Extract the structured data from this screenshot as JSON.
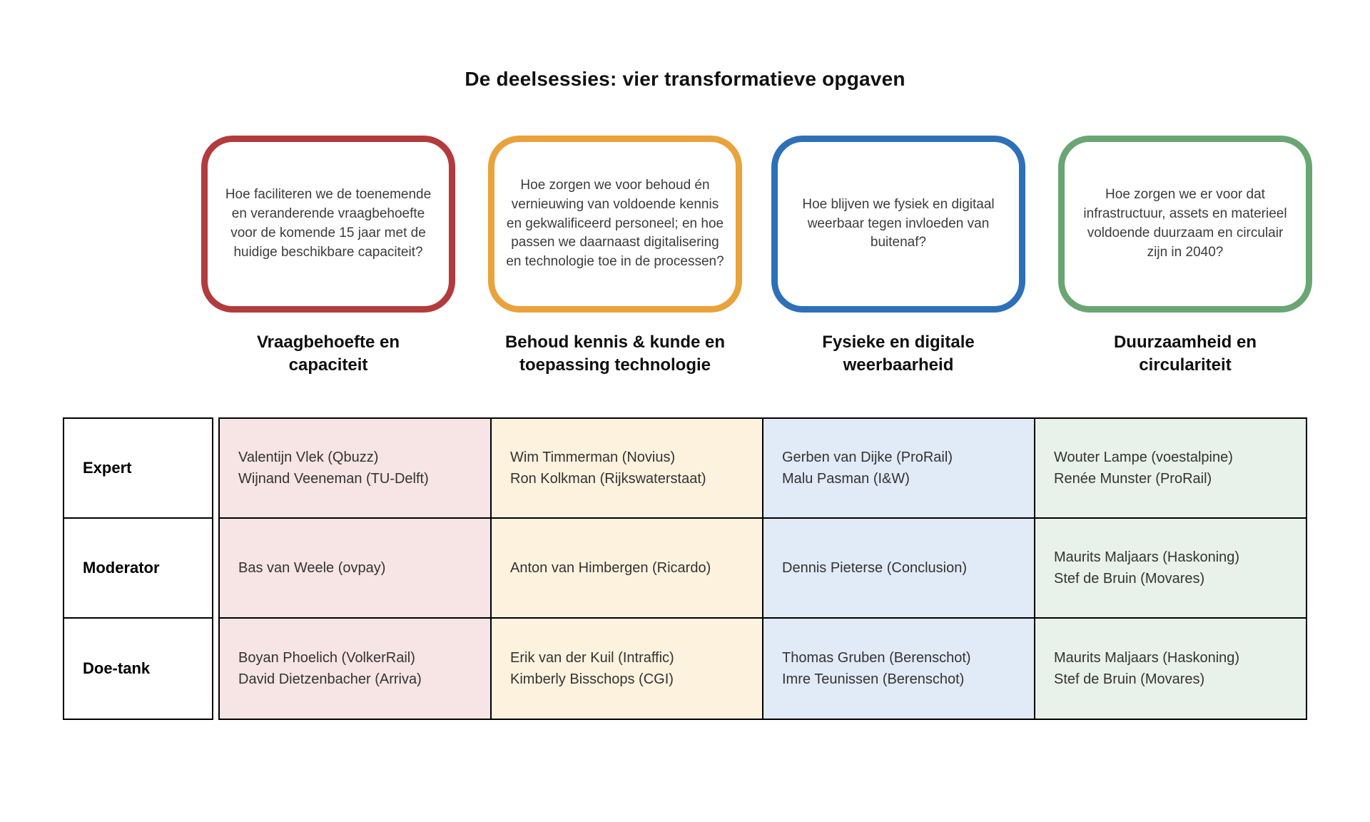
{
  "title": "De deelsessies: vier transformatieve opgaven",
  "table": {
    "row_headers": [
      "Expert",
      "Moderator",
      "Doe-tank"
    ]
  },
  "sessions": [
    {
      "question": "Hoe faciliteren we de toenemende en veranderende vraagbehoefte voor de komende 15 jaar met de huidige beschikbare capaciteit?",
      "label": "Vraagbehoefte en\ncapaciteit",
      "accent_color": "#b23b3d",
      "tint_color": "#f7e4e4",
      "expert": "Valentijn Vlek (Qbuzz)\nWijnand Veeneman (TU-Delft)",
      "moderator": "Bas van Weele (ovpay)",
      "doe_tank": "Boyan Phoelich (VolkerRail)\nDavid Dietzenbacher (Arriva)"
    },
    {
      "question": "Hoe zorgen we voor behoud én vernieuwing van voldoende kennis en gekwalificeerd personeel; en hoe passen we daarnaast digitalisering en technologie toe in de processen?",
      "label": "Behoud kennis & kunde en\ntoepassing technologie",
      "accent_color": "#e9a23c",
      "tint_color": "#fcf2de",
      "expert": "Wim Timmerman (Novius)\nRon Kolkman (Rijkswaterstaat)",
      "moderator": "Anton van Himbergen (Ricardo)",
      "doe_tank": "Erik van der Kuil (Intraffic)\nKimberly Bisschops (CGI)"
    },
    {
      "question": "Hoe blijven we fysiek en digitaal weerbaar tegen invloeden van buitenaf?",
      "label": "Fysieke en digitale\nweerbaarheid",
      "accent_color": "#2e70b8",
      "tint_color": "#e1eaf7",
      "expert": "Gerben van Dijke (ProRail)\nMalu Pasman (I&W)",
      "moderator": "Dennis Pieterse (Conclusion)",
      "doe_tank": "Thomas Gruben (Berenschot)\nImre Teunissen (Berenschot)"
    },
    {
      "question": "Hoe zorgen we er voor dat infrastructuur, assets en materieel voldoende duurzaam en circulair zijn in 2040?",
      "label": "Duurzaamheid en\ncirculariteit",
      "accent_color": "#69a673",
      "tint_color": "#e9f2ea",
      "expert": "Wouter Lampe (voestalpine)\nRenée Munster (ProRail)",
      "moderator": "Maurits Maljaars (Haskoning)\nStef de Bruin (Movares)",
      "doe_tank": "Maurits Maljaars (Haskoning)\nStef de Bruin (Movares)"
    }
  ]
}
